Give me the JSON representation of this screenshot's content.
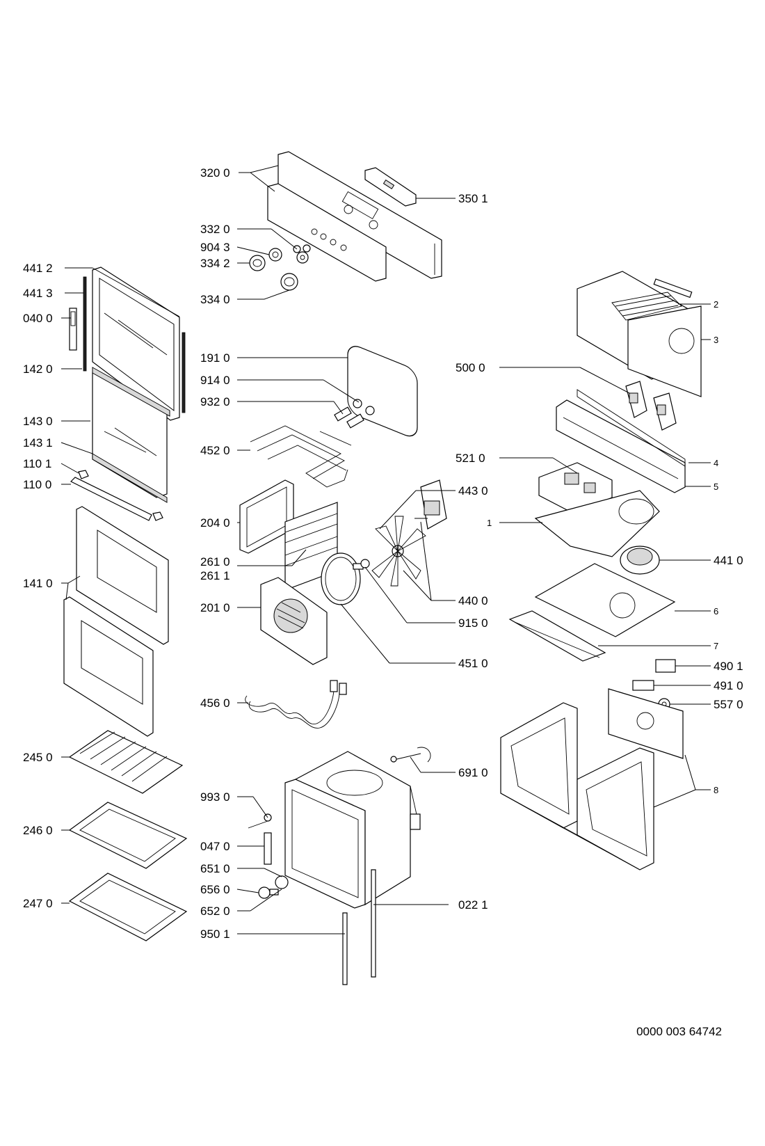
{
  "document_number": "0000 003 64742",
  "part_labels": [
    "320 0",
    "350 1",
    "332 0",
    "904 3",
    "334 2",
    "334 0",
    "441 2",
    "441 3",
    "040 0",
    "142 0",
    "143 0",
    "143 1",
    "110 1",
    "110 0",
    "141 0",
    "191 0",
    "914 0",
    "932 0",
    "452 0",
    "204 0",
    "261 0",
    "261 1",
    "201 0",
    "443 0",
    "440 0",
    "915 0",
    "451 0",
    "456 0",
    "2",
    "3",
    "500 0",
    "4",
    "521 0",
    "5",
    "1",
    "441 0",
    "6",
    "7",
    "490 1",
    "491 0",
    "557 0",
    "8",
    "245 0",
    "246 0",
    "247 0",
    "691 0",
    "993 0",
    "047 0",
    "651 0",
    "656 0",
    "652 0",
    "022 1",
    "950 1"
  ]
}
